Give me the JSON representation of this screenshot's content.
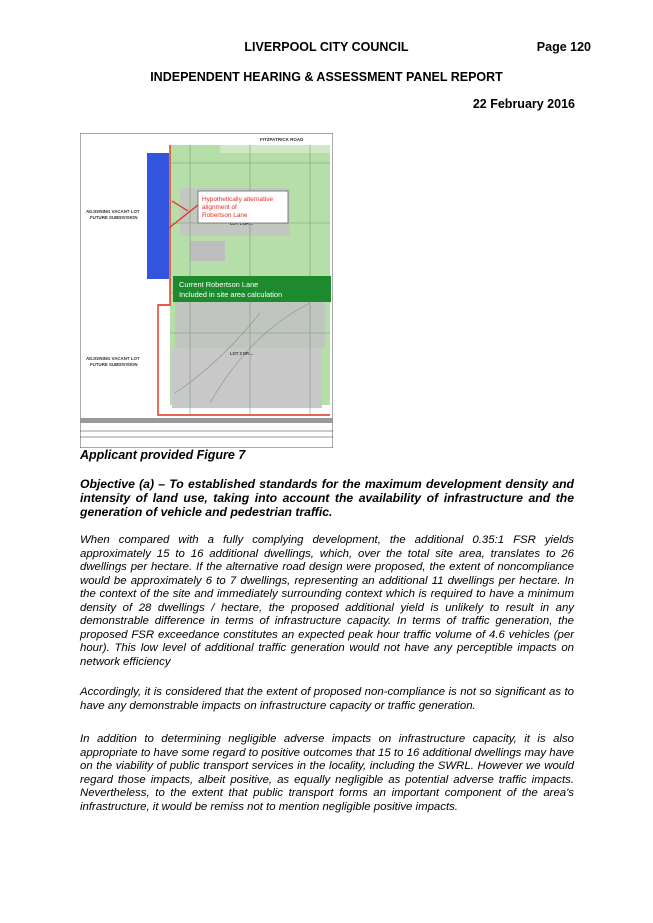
{
  "header": {
    "council": "LIVERPOOL CITY COUNCIL",
    "page": "Page 120",
    "report_title": "INDEPENDENT HEARING & ASSESSMENT PANEL REPORT",
    "date": "22 February 2016"
  },
  "figure": {
    "top_road_label": "FITZPATRICK ROAD",
    "adjoining_lot_upper": [
      "ADJOINING VACANT LOT",
      "FUTURE SUBDIVISION"
    ],
    "adjoining_lot_lower": [
      "ADJOINING VACANT LOT",
      "FUTURE SUBDIVISION"
    ],
    "callout_hypothetical": [
      "Hypothetically alternative",
      "alignment of",
      "Robertson Lane"
    ],
    "callout_current": [
      "Current Robertson Lane",
      "Included in site area calculation"
    ],
    "lot_label_1": "LOT 1  DP....",
    "lot_label_2": "LOT 2  DP....",
    "caption": "Applicant provided Figure 7",
    "colors": {
      "blue_strip": "#3355dd",
      "green_label": "#1e8a2e",
      "red_line": "#e03020",
      "site_green": "#b5dea8"
    }
  },
  "body": {
    "objective": "Objective (a) – To established standards for the maximum development density and intensity of land use, taking into account the availability of infrastructure and the generation of vehicle and pedestrian traffic.",
    "p1": "When compared with a fully complying development, the additional 0.35:1 FSR yields approximately 15 to 16 additional dwellings, which, over the total site area, translates to 26 dwellings per hectare. If the alternative road design were proposed, the extent of noncompliance would be approximately 6 to 7 dwellings, representing an additional 11 dwellings per hectare. In the context of the site and immediately surrounding context which is required to have a minimum density of 28 dwellings / hectare, the proposed additional yield is unlikely to result in any demonstrable difference in terms of infrastructure capacity. In terms of traffic generation, the proposed FSR exceedance constitutes an expected peak hour traffic volume of 4.6 vehicles (per hour). This low level of additional traffic generation would not have any perceptible impacts on network efficiency",
    "p2": "Accordingly, it is considered that the extent of proposed non-compliance is not so significant as to have any demonstrable impacts on infrastructure capacity or traffic generation.",
    "p3": "In addition to determining negligible adverse impacts on infrastructure capacity, it is also appropriate to have some regard to positive outcomes that 15 to 16 additional dwellings may have on the viability of public transport services in the locality, including the SWRL. However we would regard those impacts, albeit positive, as equally negligible as potential adverse traffic impacts. Nevertheless, to the extent that public transport forms an important component of the area's infrastructure, it would be remiss not to mention negligible positive impacts."
  }
}
